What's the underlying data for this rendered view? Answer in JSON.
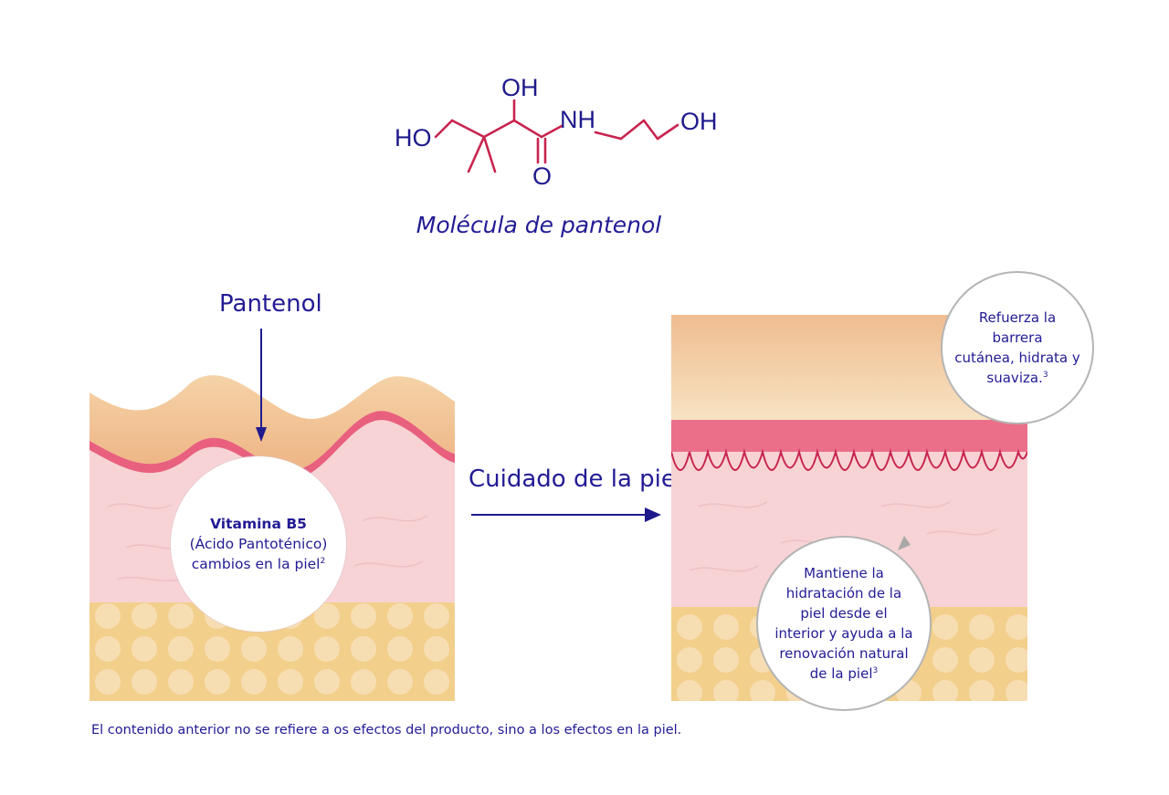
{
  "molecule": {
    "ho_left": "HO",
    "oh_top": "OH",
    "nh": "NH",
    "oh_right": "OH",
    "o_bottom": "O",
    "caption": "Molécula de pantenol"
  },
  "labels": {
    "pantenol": "Pantenol",
    "cuidado": "Cuidado de la piel"
  },
  "circles": {
    "left": {
      "title": "Vitamina B5",
      "line1": "(Ácido Pantoténico)",
      "line2": "cambios en la piel",
      "ref": "2"
    },
    "top_right": {
      "line1": "Refuerza la barrera",
      "line2": "cutánea, hidrata y",
      "line3": "suaviza.",
      "ref": "3"
    },
    "bottom_right": {
      "line1": "Mantiene la",
      "line2": "hidratación de la",
      "line3": "piel desde el",
      "line4": "interior y ayuda a la",
      "line5": "renovación natural",
      "line6": "de la piel",
      "ref": "3"
    }
  },
  "disclaimer": "El contenido anterior no se refiere a os efectos del producto, sino a los efectos en la piel.",
  "colors": {
    "text_navy": "#221b94",
    "bond_red": "#c8244e",
    "skin_top": "#f2c398",
    "epidermis_pink": "#e8607e",
    "dermis_pink": "#f7d3d5",
    "fat_yellow": "#f3cf8c"
  }
}
